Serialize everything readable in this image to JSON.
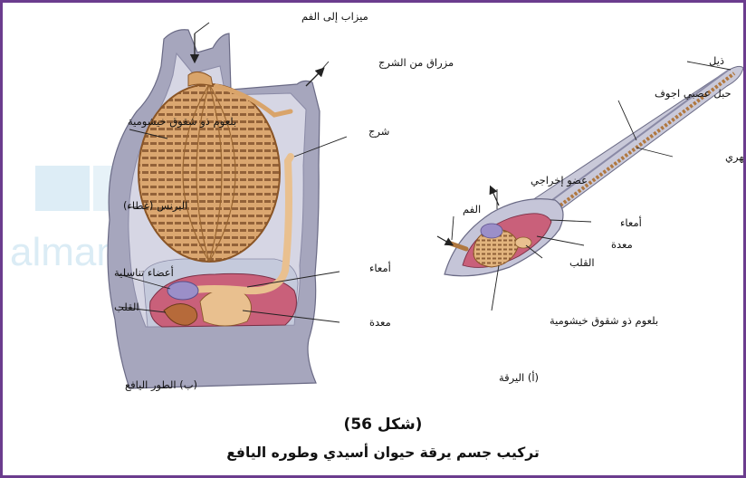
{
  "watermark": "almanahj",
  "figure": {
    "number": "(شكل 56)",
    "caption": "تركيب جسم يرقة حيوان أسيدي وطوره اليافع"
  },
  "adult": {
    "title": "(ب) الطور اليافع",
    "labels": {
      "incurrent_siphon": "ميزاب إلى الفم",
      "excurrent_siphon": "مزراق من الشرج",
      "pharynx": "بلعوم ذو شقوق خيشومية",
      "anus": "شرج",
      "tunic": "البرنس (غطاء)",
      "intestine": "أمعاء",
      "gonads": "أعضاء تناسلية",
      "heart": "القلب",
      "stomach": "معدة"
    }
  },
  "larva": {
    "title": "(أ) اليرقة",
    "labels": {
      "tail": "ذيل",
      "nerve_cord": "حبل عصبي اجوف",
      "notochord": "حبل ظهري",
      "excretory_organ": "عضو إخراجي",
      "mouth": "الفم",
      "intestine": "أمعاء",
      "stomach": "معدة",
      "heart": "القلب",
      "pharynx": "بلعوم ذو شقوق خيشومية"
    }
  },
  "colors": {
    "border": "#6b3c8e",
    "body_outer": "#a6a6bd",
    "body_inner": "#d6d6e4",
    "cavity": "#c5cadc",
    "pharynx": "#d6a46c",
    "pharynx_slits": "#7a4a26",
    "gut": "#c9607a",
    "intestine": "#e9c08f",
    "gonad": "#9b8fc8",
    "watermark": "#cfe6f2"
  }
}
